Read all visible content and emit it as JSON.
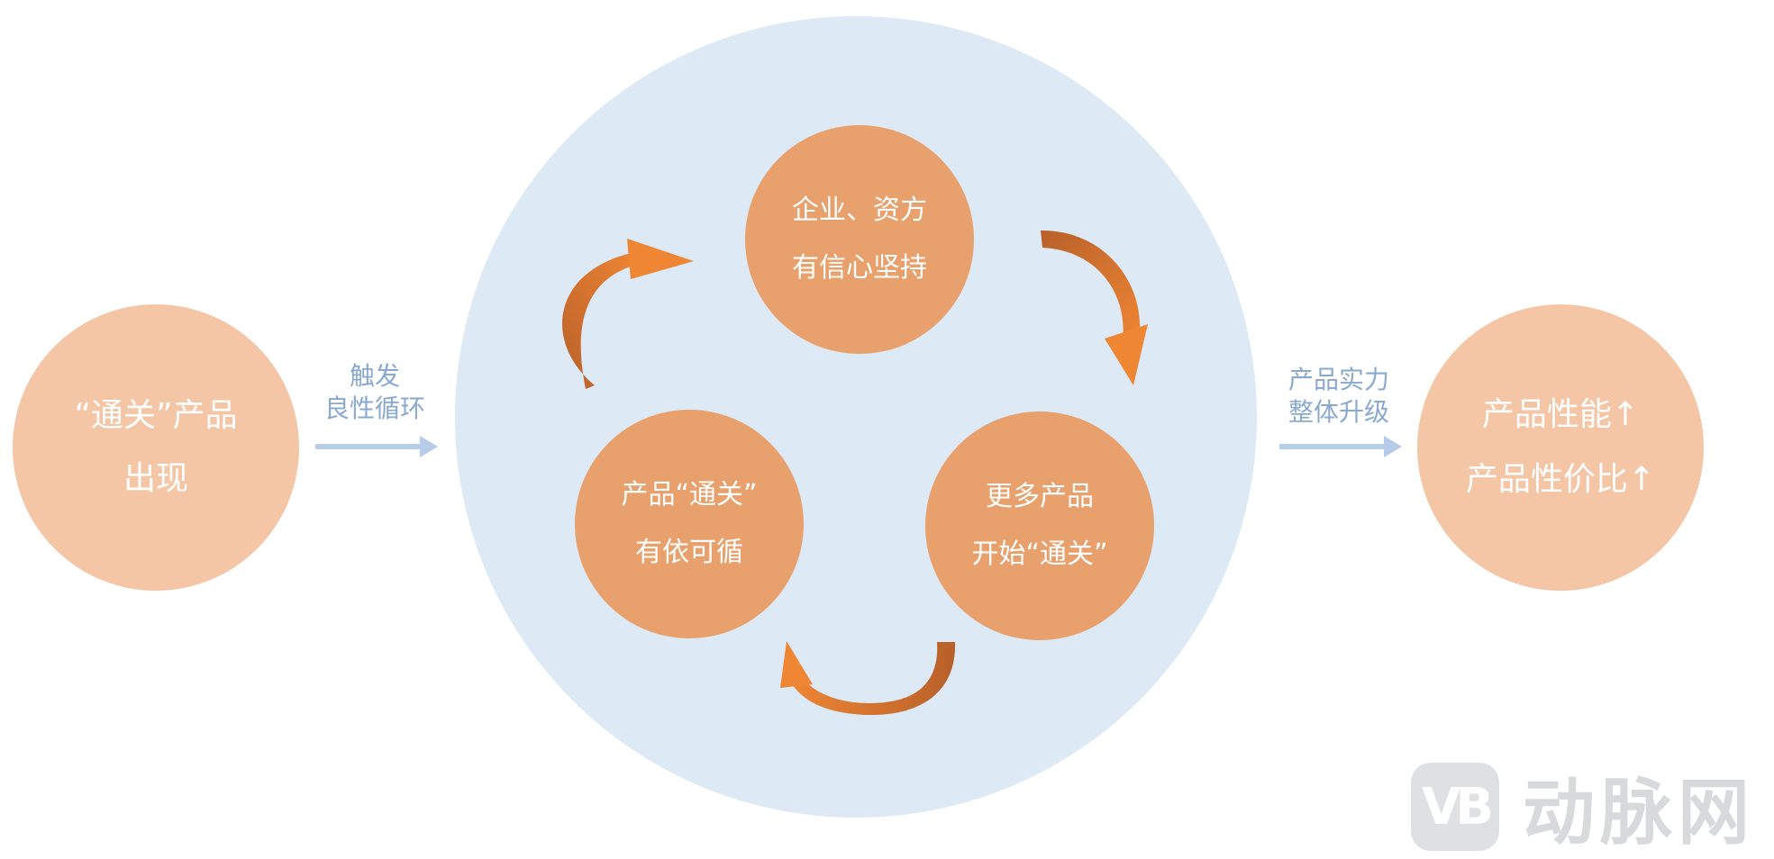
{
  "left_circle": {
    "line1": "“通关”产品",
    "line2": "出现"
  },
  "left_arrow_label": {
    "line1": "触发",
    "line2": "良性循环"
  },
  "cycle": {
    "top": {
      "line1": "企业、资方",
      "line2": "有信心坚持"
    },
    "bottom_right": {
      "line1": "更多产品",
      "line2": "开始“通关”"
    },
    "bottom_left": {
      "line1": "产品“通关”",
      "line2": "有依可循"
    }
  },
  "right_arrow_label": {
    "line1": "产品实力",
    "line2": "整体升级"
  },
  "right_circle": {
    "line1": "产品性能↑",
    "line2": "产品性价比↑"
  },
  "watermark": {
    "badge": "VB",
    "text": "动脉网"
  },
  "colors": {
    "big_circle": "#dde9f5",
    "side_circles": "#f4c6a5",
    "inner_circles": "#e8a06c",
    "cycle_arrow_light": "#ef8634",
    "cycle_arrow_dark": "#b8602a",
    "flow_arrow": "#b5cde8",
    "label_text": "#8aa9d1"
  }
}
